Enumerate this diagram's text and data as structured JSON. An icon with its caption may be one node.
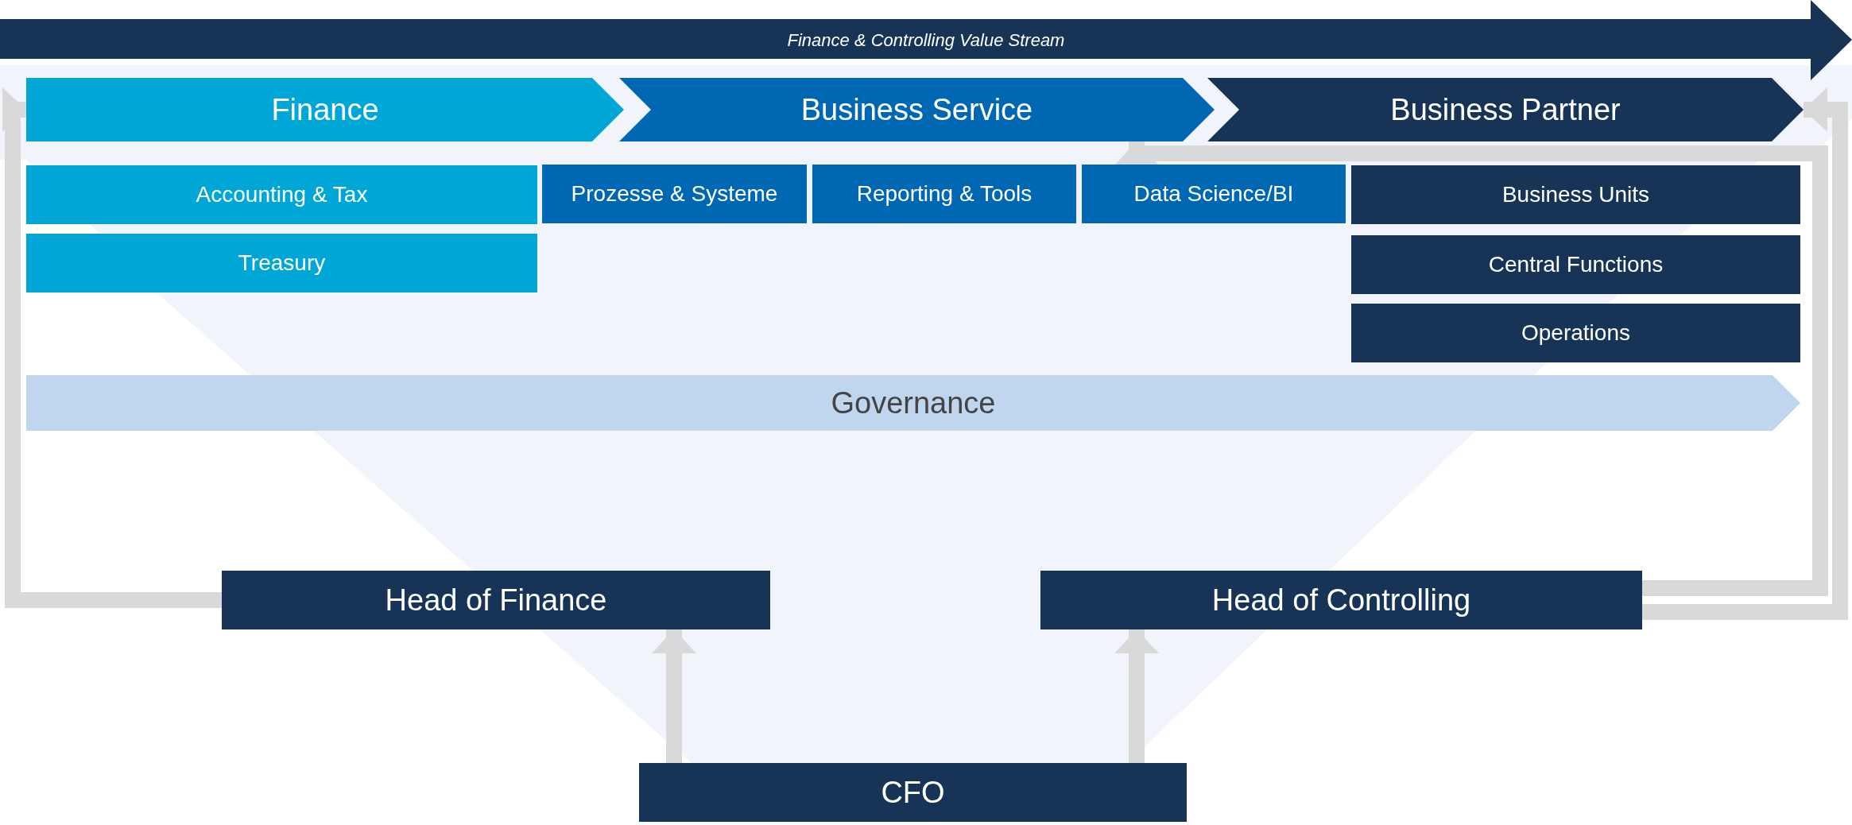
{
  "diagram": {
    "nodes": [
      {
        "text": [
          "Finance & Controlling Value Stream"
        ]
      },
      {
        "text": [
          "Finance"
        ]
      },
      {
        "text": [
          "Business Service"
        ]
      },
      {
        "text": [
          "Business Partner"
        ]
      },
      {
        "text": [
          "Accounting & Tax"
        ]
      },
      {
        "text": [
          "Treasury"
        ]
      },
      {
        "text": [
          "Prozesse & Systeme"
        ]
      },
      {
        "text": [
          "Reporting & Tools"
        ]
      },
      {
        "text": [
          "Data Science/BI"
        ]
      },
      {
        "text": [
          "Business Units"
        ]
      },
      {
        "text": [
          "Central Functions"
        ]
      },
      {
        "text": [
          "Operations"
        ]
      },
      {
        "text": [
          "Governance"
        ]
      },
      {
        "text": [
          "Head of Finance"
        ]
      },
      {
        "text": [
          "Head of Controlling"
        ]
      },
      {
        "text": [
          "CFO"
        ]
      }
    ],
    "edges": [
      {
        "from": 15,
        "to": 13,
        "arrow": "to"
      },
      {
        "from": 15,
        "to": 14,
        "arrow": "to"
      },
      {
        "from": 13,
        "to": 1,
        "arrow": "to"
      },
      {
        "from": 14,
        "to": 2,
        "arrow": "to"
      },
      {
        "from": 14,
        "to": 3,
        "arrow": "to"
      }
    ]
  }
}
